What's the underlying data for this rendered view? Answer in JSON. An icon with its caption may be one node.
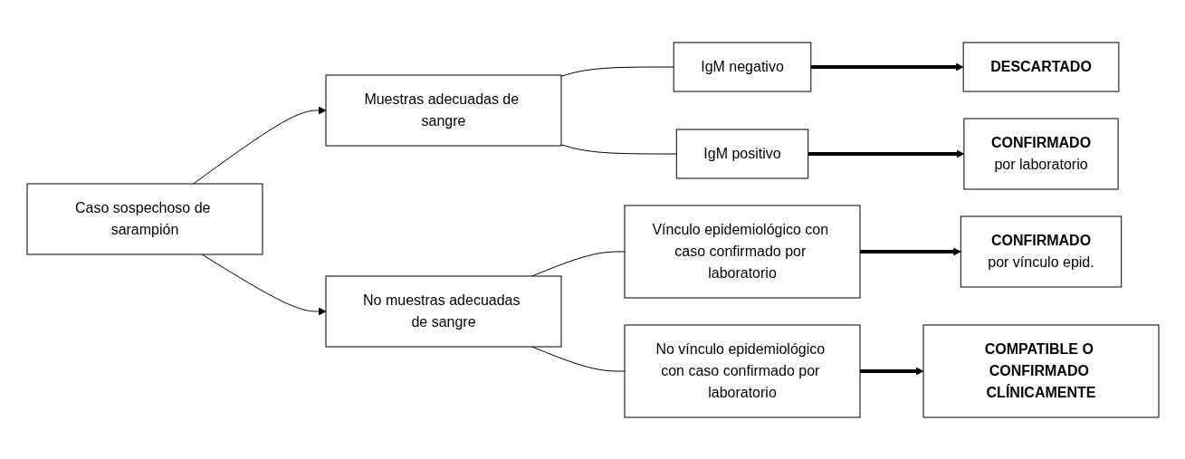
{
  "diagram": {
    "nodes": [
      {
        "text": [
          "Caso sospechoso de sarampión"
        ]
      },
      {
        "text": [
          "Muestras adecuadas de sangre"
        ]
      },
      {
        "text": [
          "IgM negativo"
        ]
      },
      {
        "text": [
          "IgM positivo"
        ]
      },
      {
        "text": [
          "DESCARTADO"
        ]
      },
      {
        "text": [
          "CONFIRMADO",
          "por laboratorio"
        ]
      },
      {
        "text": [
          "No muestras adecuadas de sangre"
        ]
      },
      {
        "text": [
          "Vínculo epidemiológico con caso confirmado por laboratorio"
        ]
      },
      {
        "text": [
          "No vínculo epidemiológico con caso confirmado por laboratorio"
        ]
      },
      {
        "text": [
          "CONFIRMADO",
          "por vínculo epid."
        ]
      },
      {
        "text": [
          "COMPATIBLE O CONFIRMADO CLÍNICAMENTE"
        ]
      }
    ],
    "edges": [
      {
        "from": 0,
        "to": 1,
        "arrow": "to"
      },
      {
        "from": 0,
        "to": 6,
        "arrow": "to"
      },
      {
        "from": 1,
        "to": 2,
        "arrow": "none"
      },
      {
        "from": 1,
        "to": 3,
        "arrow": "none"
      },
      {
        "from": 2,
        "to": 4,
        "arrow": "to",
        "style": "thick"
      },
      {
        "from": 3,
        "to": 5,
        "arrow": "to",
        "style": "thick"
      },
      {
        "from": 6,
        "to": 7,
        "arrow": "none"
      },
      {
        "from": 6,
        "to": 8,
        "arrow": "none"
      },
      {
        "from": 7,
        "to": 9,
        "arrow": "to",
        "style": "thick"
      },
      {
        "from": 8,
        "to": 10,
        "arrow": "to",
        "style": "thick"
      }
    ]
  }
}
